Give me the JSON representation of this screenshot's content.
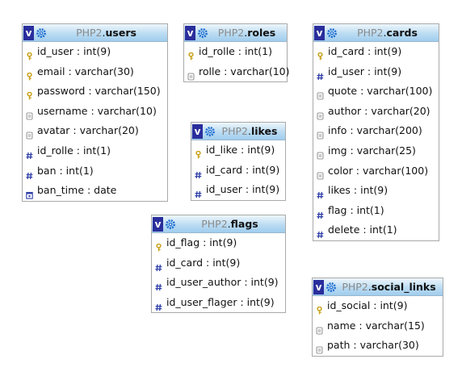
{
  "tables": [
    {
      "id": "users",
      "db": "PHP2",
      "name": "users",
      "columns": [
        {
          "text": "id_user : int(9)",
          "icon": "key-icon"
        },
        {
          "text": "email : varchar(30)",
          "icon": "key-icon"
        },
        {
          "text": "password : varchar(150)",
          "icon": "key-icon"
        },
        {
          "text": "username : varchar(10)",
          "icon": "text-field-icon"
        },
        {
          "text": "avatar : varchar(20)",
          "icon": "text-field-icon"
        },
        {
          "text": "id_rolle : int(1)",
          "icon": "numeric-field-icon"
        },
        {
          "text": "ban : int(1)",
          "icon": "numeric-field-icon"
        },
        {
          "text": "ban_time : date",
          "icon": "date-field-icon"
        }
      ]
    },
    {
      "id": "roles",
      "db": "PHP2",
      "name": "roles",
      "columns": [
        {
          "text": "id_rolle : int(1)",
          "icon": "key-icon"
        },
        {
          "text": "rolle : varchar(10)",
          "icon": "text-field-icon"
        }
      ]
    },
    {
      "id": "likes",
      "db": "PHP2",
      "name": "likes",
      "columns": [
        {
          "text": "id_like : int(9)",
          "icon": "key-icon"
        },
        {
          "text": "id_card : int(9)",
          "icon": "numeric-field-icon"
        },
        {
          "text": "id_user : int(9)",
          "icon": "numeric-field-icon"
        }
      ]
    },
    {
      "id": "cards",
      "db": "PHP2",
      "name": "cards",
      "columns": [
        {
          "text": "id_card : int(9)",
          "icon": "key-icon"
        },
        {
          "text": "id_user : int(9)",
          "icon": "numeric-field-icon"
        },
        {
          "text": "quote : varchar(100)",
          "icon": "text-field-icon"
        },
        {
          "text": "author : varchar(20)",
          "icon": "text-field-icon"
        },
        {
          "text": "info : varchar(200)",
          "icon": "text-field-icon"
        },
        {
          "text": "img : varchar(25)",
          "icon": "text-field-icon"
        },
        {
          "text": "color : varchar(100)",
          "icon": "text-field-icon"
        },
        {
          "text": "likes : int(9)",
          "icon": "numeric-field-icon"
        },
        {
          "text": "flag : int(1)",
          "icon": "numeric-field-icon"
        },
        {
          "text": "delete : int(1)",
          "icon": "numeric-field-icon"
        }
      ]
    },
    {
      "id": "flags",
      "db": "PHP2",
      "name": "flags",
      "columns": [
        {
          "text": "id_flag : int(9)",
          "icon": "key-icon"
        },
        {
          "text": "id_card : int(9)",
          "icon": "numeric-field-icon"
        },
        {
          "text": "id_user_author : int(9)",
          "icon": "numeric-field-icon"
        },
        {
          "text": "id_user_flager : int(9)",
          "icon": "numeric-field-icon"
        }
      ]
    },
    {
      "id": "social_links",
      "db": "PHP2",
      "name": "social_links",
      "columns": [
        {
          "text": "id_social : int(9)",
          "icon": "key-icon"
        },
        {
          "text": "name : varchar(15)",
          "icon": "text-field-icon"
        },
        {
          "text": "path : varchar(30)",
          "icon": "text-field-icon"
        }
      ]
    }
  ],
  "labels": {
    "toggle": "v"
  },
  "colors": {
    "header_top": "#eef6fc",
    "header_bottom": "#9fcdee",
    "toggle_bg": "#2a2e9c",
    "key": "#c8a018",
    "numeric": "#2f3fa8",
    "text_field": "#9a9a9a"
  }
}
